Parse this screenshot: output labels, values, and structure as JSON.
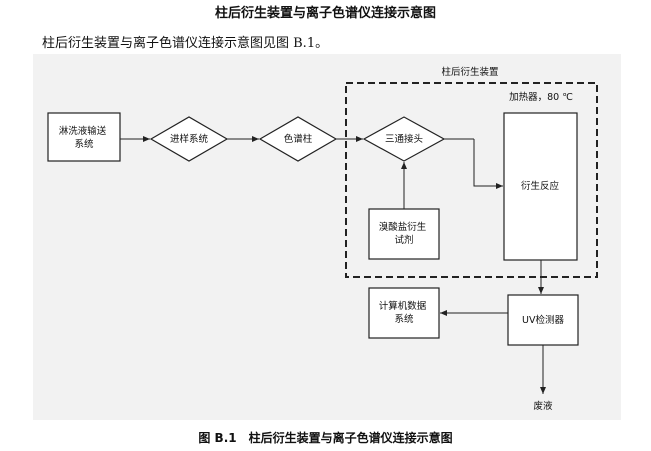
{
  "page": {
    "title": "柱后衍生装置与离子色谱仪连接示意图",
    "intro": "柱后衍生装置与离子色谱仪连接示意图见图 B.1。",
    "caption": "图 B.1　柱后衍生装置与离子色谱仪连接示意图"
  },
  "diagram": {
    "group_label": "柱后衍生装置",
    "heater_label": "加热器，80 ℃",
    "nodes": {
      "eluent_system": [
        "淋洗液输送",
        "系统"
      ],
      "injection_system": "进样系统",
      "column": "色谱柱",
      "tee_connector": "三通接头",
      "bromate_reagent": [
        "溴酸盐衍生",
        "试剂"
      ],
      "derivative_reaction": "衍生反应",
      "data_system": [
        "计算机数据",
        "系统"
      ],
      "uv_detector": "UV检测器",
      "waste": "废液"
    }
  },
  "colors": {
    "line": "#222222",
    "background_panel": "#f2f2f2",
    "box_fill": "#ffffff"
  }
}
